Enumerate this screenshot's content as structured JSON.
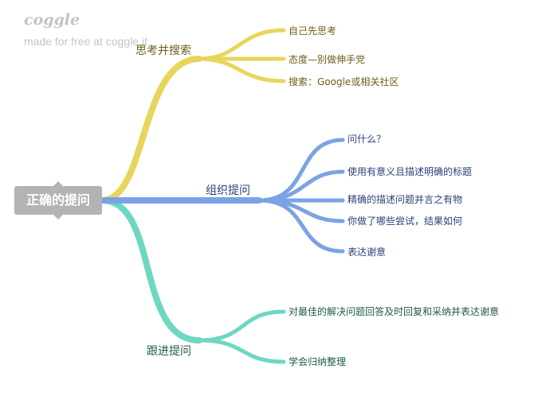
{
  "watermark": {
    "logo": "coggle",
    "tagline": "made for free at coggle.it"
  },
  "colors": {
    "yellow": "#e8d55c",
    "blue": "#7ba3e4",
    "teal": "#6dd7c2",
    "root": "#b3b3b3"
  },
  "root": {
    "label": "正确的提问"
  },
  "branches": [
    {
      "label": "思考并搜索",
      "children": [
        "自己先思考",
        "态度—别做伸手党",
        "搜索：Google或相关社区"
      ]
    },
    {
      "label": "组织提问",
      "children": [
        "问什么？",
        "使用有意义且描述明确的标题",
        "精确的描述问题并言之有物",
        "你做了哪些尝试，结果如何",
        "表达谢意"
      ]
    },
    {
      "label": "跟进提问",
      "children": [
        "对最佳的解决问题回答及时回复和采纳并表达谢意",
        "学会归纳整理"
      ]
    }
  ]
}
